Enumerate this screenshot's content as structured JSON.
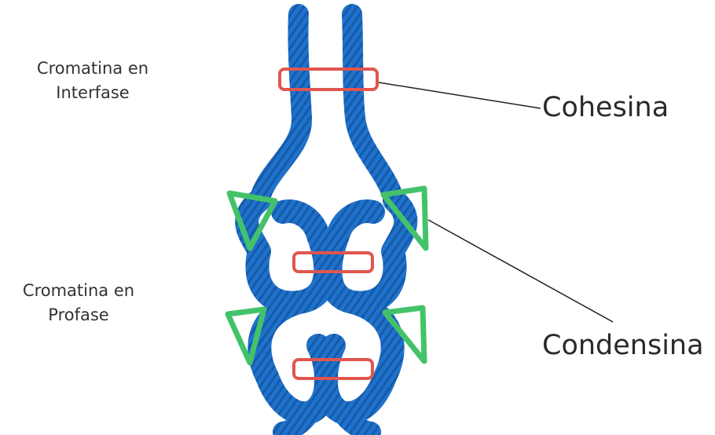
{
  "labels": {
    "interphase_line1": "Cromatina en",
    "interphase_line2": "Interfase",
    "prophase_line1": "Cromatina en",
    "prophase_line2": "Profase",
    "cohesin": "Cohesina",
    "condensin": "Condensina"
  },
  "colors": {
    "chromatin": "#1e6fc8",
    "chromatin_dark": "#134f95",
    "cohesin_ring": "#e0564f",
    "condensin_clamp": "#44c26a",
    "leader_line": "#222222",
    "text": "#333333"
  }
}
